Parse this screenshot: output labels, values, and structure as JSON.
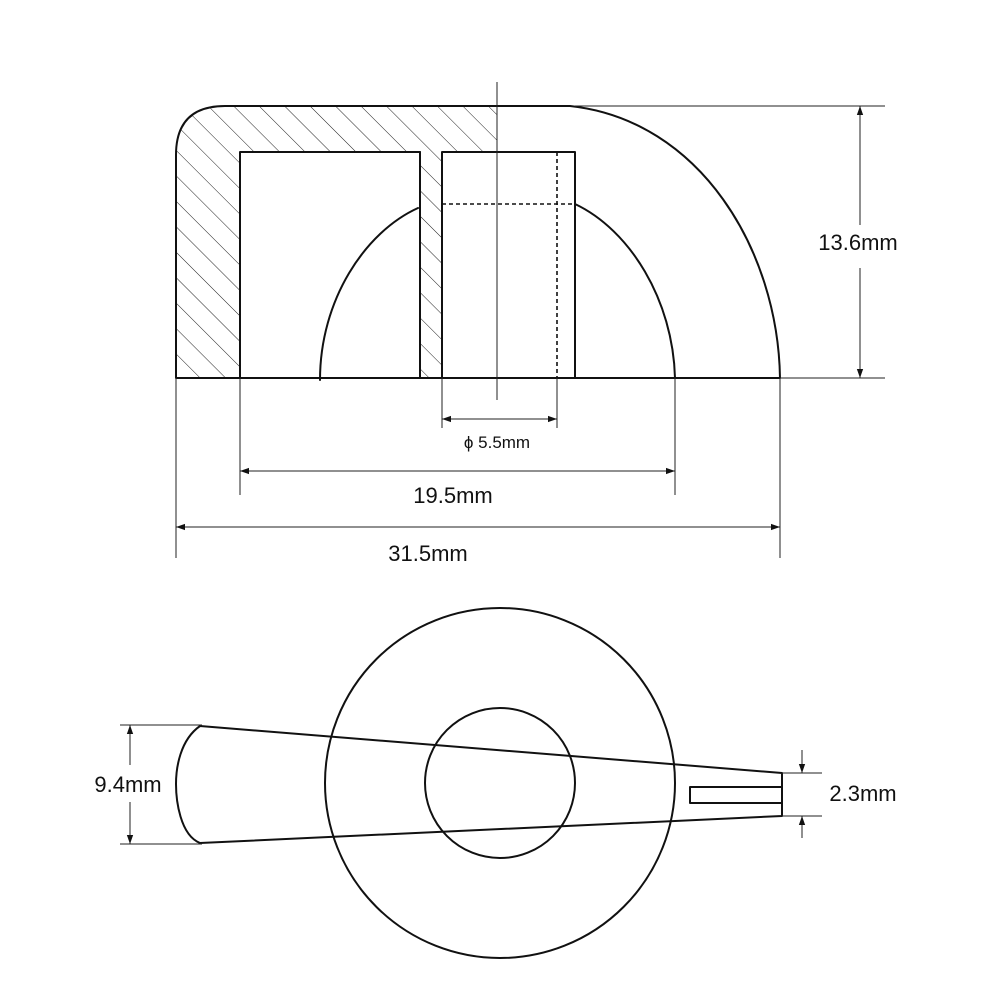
{
  "dimensions": {
    "height": "13.6mm",
    "shaft_diameter": "ϕ 5.5mm",
    "skirt_diameter": "19.5mm",
    "overall_length": "31.5mm",
    "pointer_width": "9.4mm",
    "tip_width": "2.3mm"
  }
}
